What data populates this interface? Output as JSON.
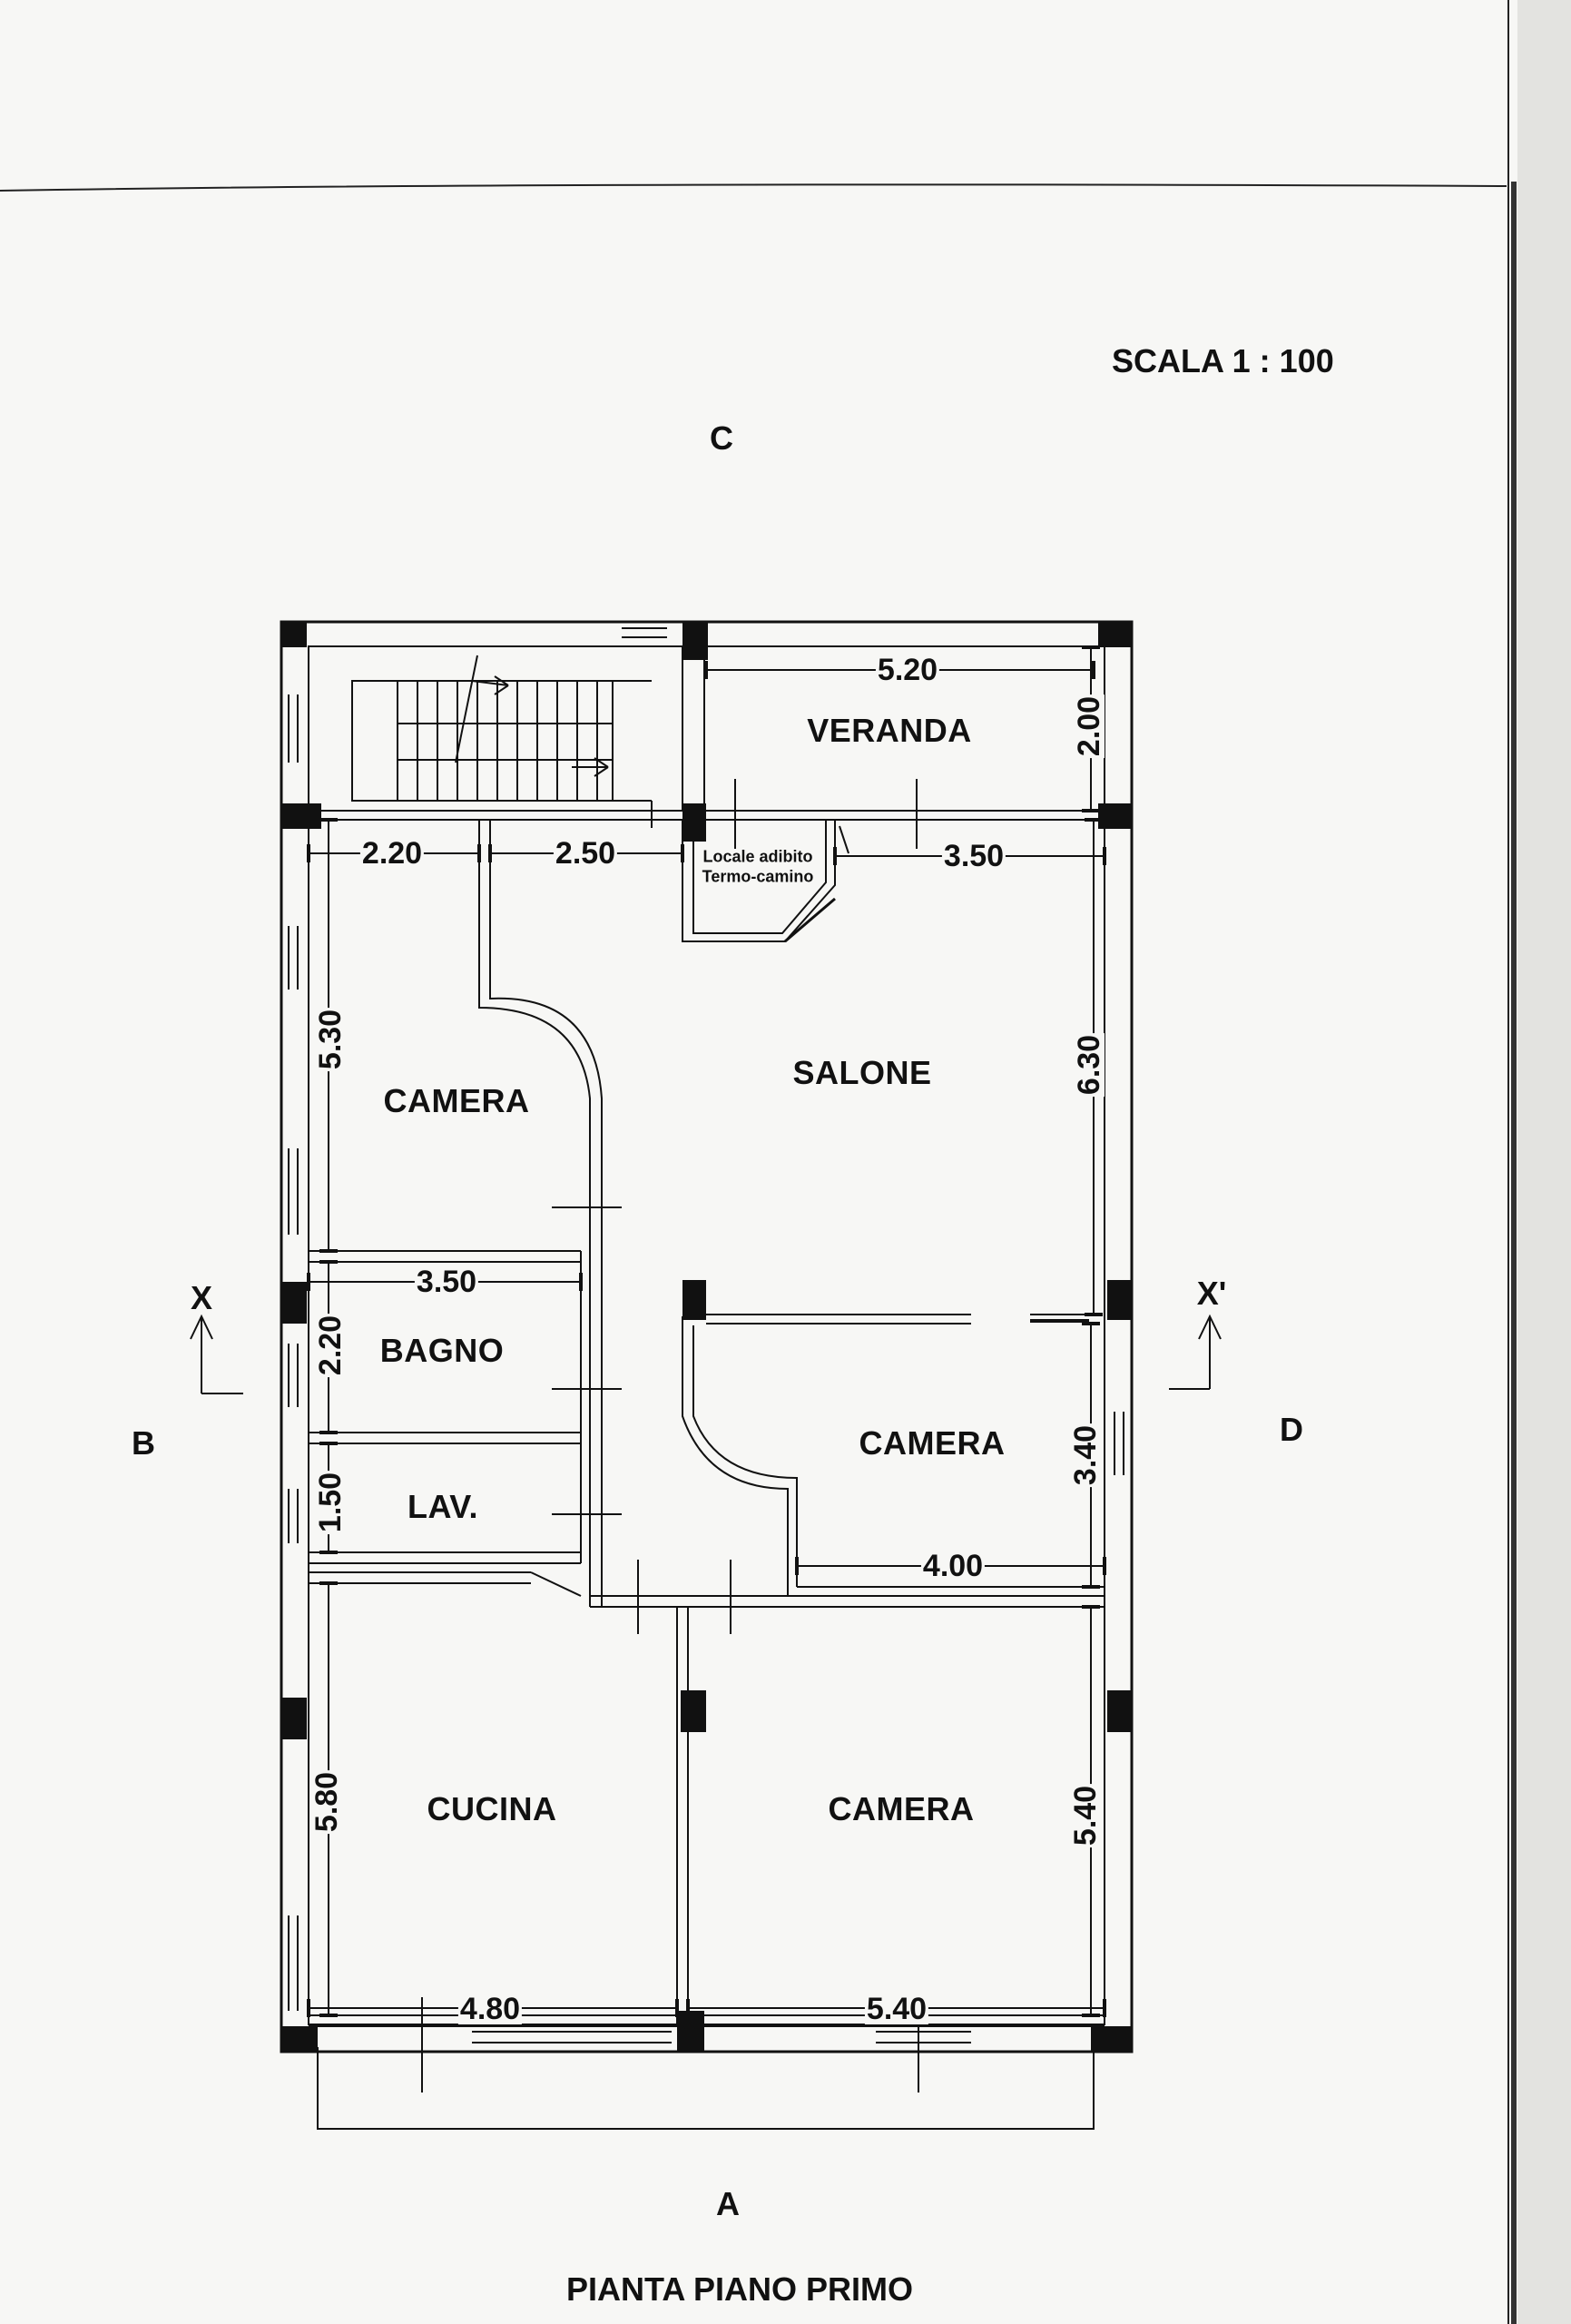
{
  "drawing": {
    "scale": "SCALA 1 : 100",
    "title": "PIANTA PIANO PRIMO",
    "sides": {
      "north": "C",
      "south": "A",
      "west": "B",
      "east": "D"
    },
    "section_markers": {
      "left": "X",
      "right": "X'"
    }
  },
  "rooms": {
    "veranda": "VERANDA",
    "termo_line1": "Locale adibito",
    "termo_line2": "Termo-camino",
    "camera_nw": "CAMERA",
    "salone": "SALONE",
    "bagno": "BAGNO",
    "lav": "LAV.",
    "camera_e": "CAMERA",
    "cucina": "CUCINA",
    "camera_se": "CAMERA"
  },
  "dimensions": {
    "veranda_w": "5.20",
    "veranda_h": "2.00",
    "camera_nw_w": "2.20",
    "corridor_w": "2.50",
    "salone_w": "3.50",
    "camera_nw_h": "5.30",
    "salone_h": "6.30",
    "bagno_w": "3.50",
    "bagno_h": "2.20",
    "lav_h": "1.50",
    "camera_e_h": "3.40",
    "camera_e_w": "4.00",
    "cucina_h": "5.80",
    "camera_se_h": "5.40",
    "cucina_w": "4.80",
    "camera_se_w": "5.40"
  }
}
